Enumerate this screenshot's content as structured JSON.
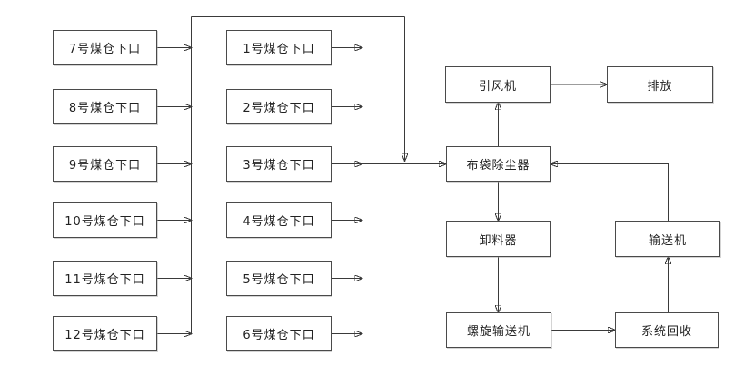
{
  "diagram": {
    "type": "flowchart",
    "colors": {
      "background": "#ffffff",
      "line": "#3a3a3a",
      "box_border": "#4a4a4a",
      "text": "#222222"
    },
    "left_column": [
      {
        "label": "7号煤仓下口"
      },
      {
        "label": "8号煤仓下口"
      },
      {
        "label": "9号煤仓下口"
      },
      {
        "label": "10号煤仓下口"
      },
      {
        "label": "11号煤仓下口"
      },
      {
        "label": "12号煤仓下口"
      }
    ],
    "middle_column": [
      {
        "label": "1号煤仓下口"
      },
      {
        "label": "2号煤仓下口"
      },
      {
        "label": "3号煤仓下口"
      },
      {
        "label": "4号煤仓下口"
      },
      {
        "label": "5号煤仓下口"
      },
      {
        "label": "6号煤仓下口"
      }
    ],
    "process_nodes": {
      "induced_draft_fan": "引风机",
      "discharge": "排放",
      "bag_dust_collector": "布袋除尘器",
      "unloader": "卸料器",
      "conveyor": "输送机",
      "screw_conveyor": "螺旋输送机",
      "system_recovery": "系统回收"
    },
    "edges": [
      {
        "from": "7号煤仓下口",
        "to": "布袋除尘器",
        "via": "left-manifold-top-loop"
      },
      {
        "from": "8号煤仓下口",
        "to": "布袋除尘器",
        "via": "left-manifold-top-loop"
      },
      {
        "from": "9号煤仓下口",
        "to": "布袋除尘器",
        "via": "left-manifold-top-loop"
      },
      {
        "from": "10号煤仓下口",
        "to": "布袋除尘器",
        "via": "left-manifold-top-loop"
      },
      {
        "from": "11号煤仓下口",
        "to": "布袋除尘器",
        "via": "left-manifold-top-loop"
      },
      {
        "from": "12号煤仓下口",
        "to": "布袋除尘器",
        "via": "left-manifold-top-loop"
      },
      {
        "from": "1号煤仓下口",
        "to": "布袋除尘器",
        "via": "middle-manifold"
      },
      {
        "from": "2号煤仓下口",
        "to": "布袋除尘器",
        "via": "middle-manifold"
      },
      {
        "from": "3号煤仓下口",
        "to": "布袋除尘器",
        "via": "middle-manifold"
      },
      {
        "from": "4号煤仓下口",
        "to": "布袋除尘器",
        "via": "middle-manifold"
      },
      {
        "from": "5号煤仓下口",
        "to": "布袋除尘器",
        "via": "middle-manifold"
      },
      {
        "from": "6号煤仓下口",
        "to": "布袋除尘器",
        "via": "middle-manifold"
      },
      {
        "from": "布袋除尘器",
        "to": "引风机"
      },
      {
        "from": "引风机",
        "to": "排放"
      },
      {
        "from": "布袋除尘器",
        "to": "卸料器"
      },
      {
        "from": "卸料器",
        "to": "螺旋输送机"
      },
      {
        "from": "螺旋输送机",
        "to": "系统回收"
      },
      {
        "from": "系统回收",
        "to": "输送机"
      },
      {
        "from": "输送机",
        "to": "布袋除尘器"
      }
    ]
  }
}
